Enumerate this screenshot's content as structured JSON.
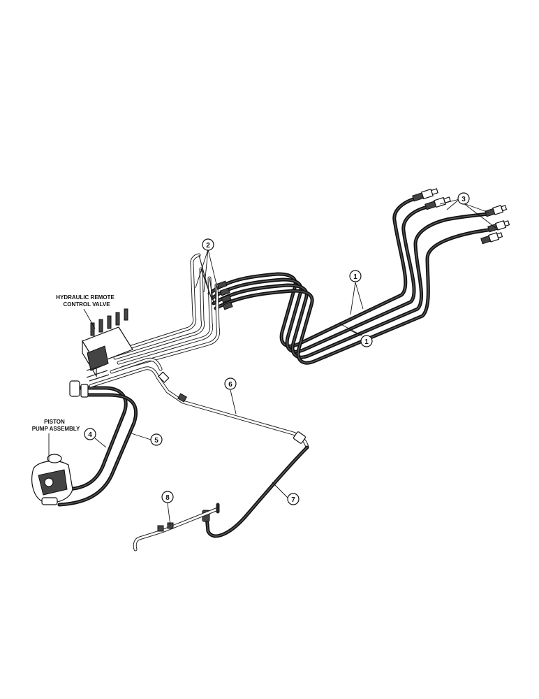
{
  "labels": {
    "control_valve_line1": "HYDRAULIC REMOTE",
    "control_valve_line2": "CONTROL VALVE",
    "pump_line1": "PISTON",
    "pump_line2": "PUMP ASSEMBLY"
  },
  "callouts": {
    "c1a": "1",
    "c1b": "1",
    "c2": "2",
    "c3": "3",
    "c4": "4",
    "c5": "5",
    "c6": "6",
    "c7": "7",
    "c8": "8"
  }
}
